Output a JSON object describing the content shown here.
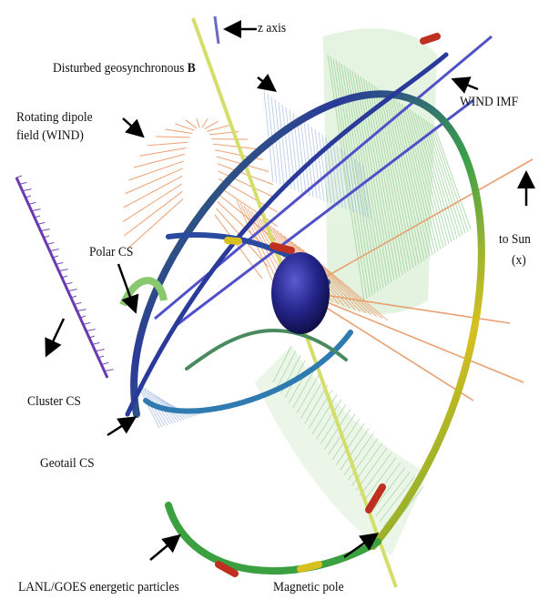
{
  "labels": {
    "z_axis": "z axis",
    "disturbed_geo": "Disturbed geosynchronous",
    "disturbed_geo_b": "B",
    "wind_imf": "WIND IMF",
    "rotating_dipole_line1": "Rotating dipole",
    "rotating_dipole_line2": "field (WIND)",
    "to_sun_line1": "to Sun",
    "to_sun_line2": "(x)",
    "polar_cs": "Polar CS",
    "cluster_cs": "Cluster CS",
    "geotail_cs": "Geotail CS",
    "lanl_goes": "LANL/GOES energetic particles",
    "magnetic_pole": "Magnetic pole"
  },
  "colors": {
    "earth": "#2a2a8a",
    "orbit_green": "#3a9a3a",
    "orbit_blue": "#2a3a9a",
    "orbit_yellow": "#d8d020",
    "orbit_red": "#c03020",
    "dipole_orange": "#e8905a",
    "green_field": "#9ed39a",
    "cluster_purple": "#6a3ab0",
    "wind_blue": "#5a5ad0",
    "pole_yellow": "#d8e070"
  }
}
